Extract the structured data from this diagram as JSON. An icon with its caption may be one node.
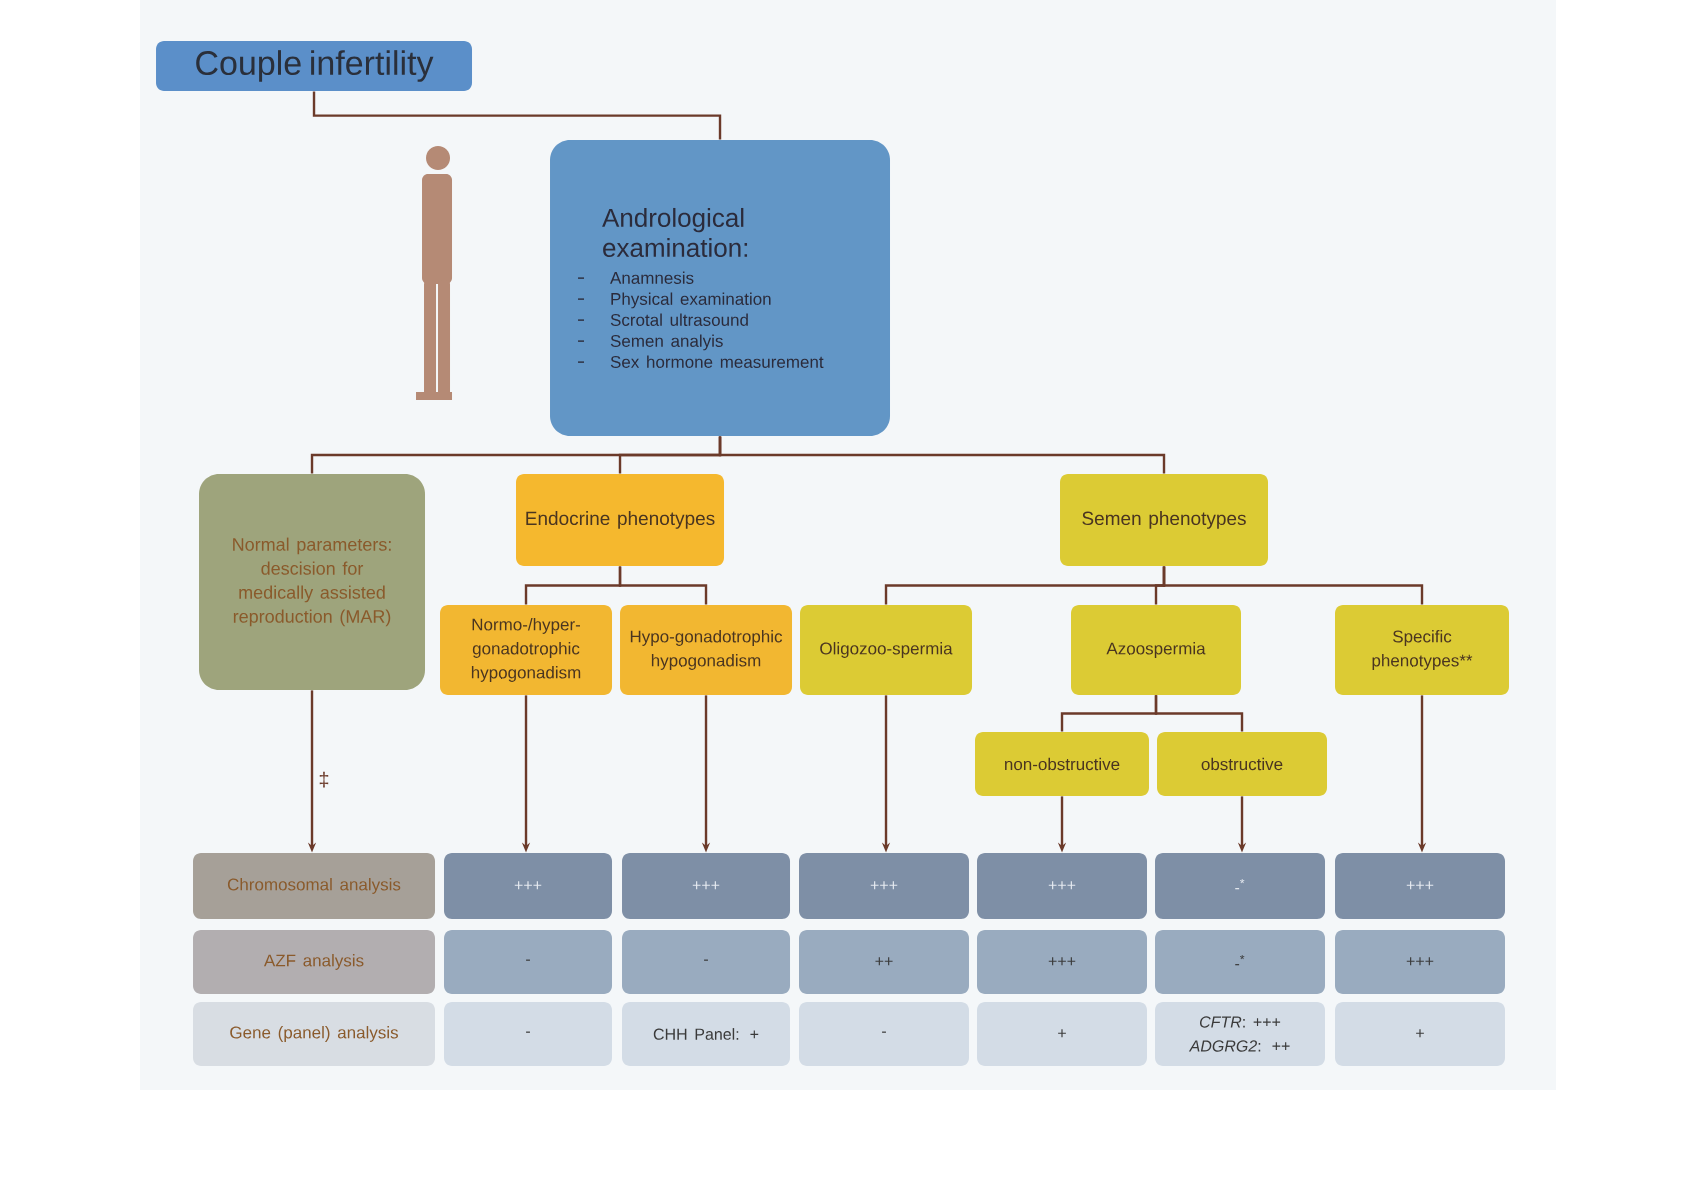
{
  "diagram": {
    "nodes": [
      {
        "text": [
          "Couple infertility"
        ]
      },
      {
        "text": [
          "Andrological examination:",
          "Anamnesis",
          "Physical examination",
          "Scrotal ultrasound",
          "Semen analyis",
          "Sex hormone measurement"
        ]
      },
      {
        "text": [],
        "shape": "person"
      },
      {
        "text": [
          "Normal parameters: descision for medically assisted reproduction (MAR)"
        ]
      },
      {
        "text": [
          "Endocrine phenotypes"
        ]
      },
      {
        "text": [
          "Semen phenotypes"
        ]
      },
      {
        "text": [
          "Normo-/hyper-gonadotrophic hypogonadism"
        ]
      },
      {
        "text": [
          "Hypo-gonadotrophic hypogonadism"
        ]
      },
      {
        "text": [
          "Oligozoo-spermia"
        ]
      },
      {
        "text": [
          "Azoospermia"
        ]
      },
      {
        "text": [
          "Specific phenotypes**"
        ]
      },
      {
        "text": [
          "non-obstructive"
        ]
      },
      {
        "text": [
          "obstructive"
        ]
      },
      {
        "text": [
          "Chromosomal analysis"
        ]
      },
      {
        "text": [
          "+++"
        ]
      },
      {
        "text": [
          "+++"
        ]
      },
      {
        "text": [
          "+++"
        ]
      },
      {
        "text": [
          "+++"
        ]
      },
      {
        "text": [
          "-$^{*}$"
        ]
      },
      {
        "text": [
          "+++"
        ]
      },
      {
        "text": [
          "AZF analysis"
        ]
      },
      {
        "text": [
          "-"
        ]
      },
      {
        "text": [
          "-"
        ]
      },
      {
        "text": [
          "++"
        ]
      },
      {
        "text": [
          "+++"
        ]
      },
      {
        "text": [
          "-$^{*}$"
        ]
      },
      {
        "text": [
          "+++"
        ]
      },
      {
        "text": [
          "Gene (panel) analysis"
        ]
      },
      {
        "text": [
          "-"
        ]
      },
      {
        "text": [
          "CHH Panel: +"
        ]
      },
      {
        "text": [
          "-"
        ]
      },
      {
        "text": [
          "+"
        ]
      },
      {
        "text": [
          "*CFTR*: +++ *ADGRG2*: ++"
        ]
      },
      {
        "text": [
          "+"
        ]
      }
    ],
    "edges": [
      {
        "from": 0,
        "to": 1,
        "arrow": "none"
      },
      {
        "from": 1,
        "to": 3,
        "arrow": "none"
      },
      {
        "from": 1,
        "to": 4,
        "arrow": "none"
      },
      {
        "from": 1,
        "to": 5,
        "arrow": "none"
      },
      {
        "from": 4,
        "to": 6,
        "arrow": "none"
      },
      {
        "from": 4,
        "to": 7,
        "arrow": "none"
      },
      {
        "from": 5,
        "to": 8,
        "arrow": "none"
      },
      {
        "from": 5,
        "to": 9,
        "arrow": "none"
      },
      {
        "from": 5,
        "to": 10,
        "arrow": "none"
      },
      {
        "from": 9,
        "to": 11,
        "arrow": "none"
      },
      {
        "from": 9,
        "to": 12,
        "arrow": "none"
      },
      {
        "from": 3,
        "to": 13,
        "arrow": "to",
        "label": "‡"
      },
      {
        "from": 6,
        "to": 14,
        "arrow": "to"
      },
      {
        "from": 7,
        "to": 15,
        "arrow": "to"
      },
      {
        "from": 8,
        "to": 16,
        "arrow": "to"
      },
      {
        "from": 11,
        "to": 17,
        "arrow": "to"
      },
      {
        "from": 12,
        "to": 18,
        "arrow": "to"
      },
      {
        "from": 10,
        "to": 19,
        "arrow": "to"
      }
    ]
  }
}
